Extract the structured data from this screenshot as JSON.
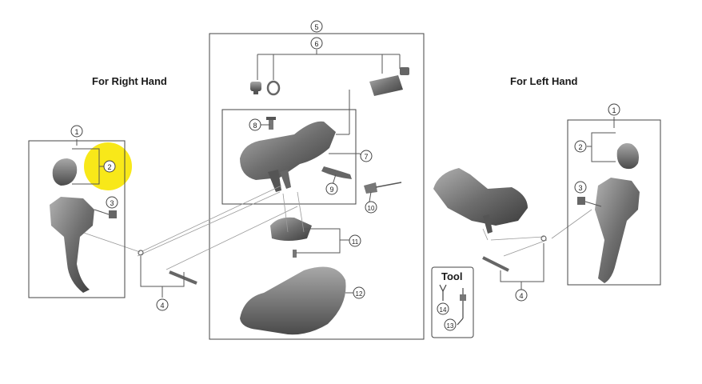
{
  "headers": {
    "right_hand": "For Right Hand",
    "left_hand": "For Left Hand"
  },
  "tool_box": {
    "title": "Tool",
    "items": [
      "14",
      "13"
    ]
  },
  "callouts": {
    "top_cut": "5",
    "center": [
      "6",
      "7",
      "8",
      "9",
      "10",
      "11",
      "12"
    ],
    "right_hand": [
      "1",
      "2",
      "3",
      "4"
    ],
    "left_hand": [
      "1",
      "2",
      "3",
      "4"
    ]
  },
  "colors": {
    "highlight": "#f7e600",
    "line": "#555555",
    "part_dark": "#5a5a5a",
    "part_light": "#9a9a9a"
  }
}
